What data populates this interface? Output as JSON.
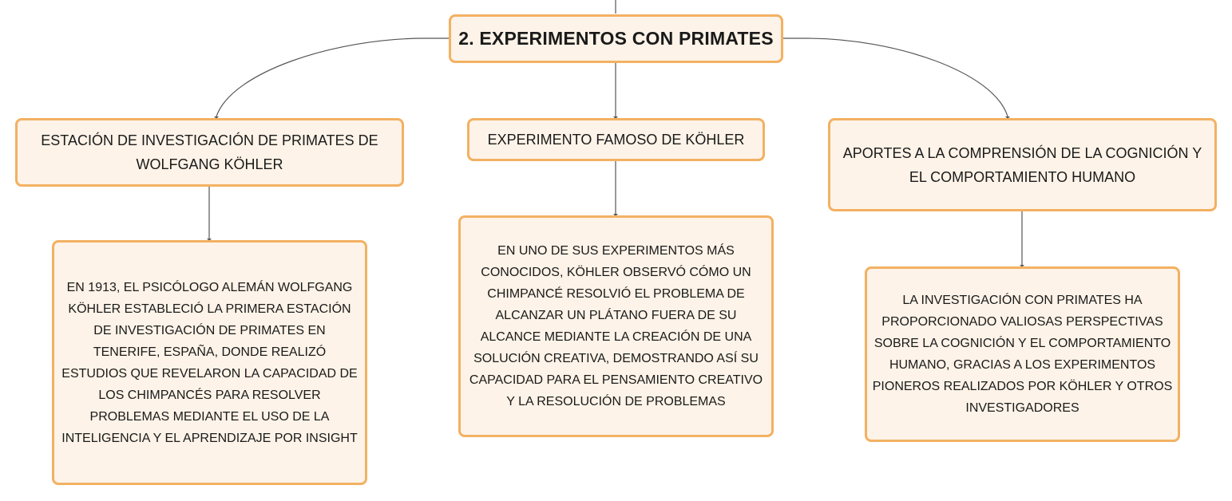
{
  "root": {
    "label": "2. EXPERIMENTOS CON PRIMATES"
  },
  "branches": [
    {
      "topic": "ESTACIÓN DE INVESTIGACIÓN DE PRIMATES DE WOLFGANG KÖHLER",
      "detail": "EN 1913, EL PSICÓLOGO ALEMÁN WOLFGANG KÖHLER ESTABLECIÓ LA PRIMERA ESTACIÓN DE INVESTIGACIÓN DE PRIMATES EN TENERIFE, ESPAÑA, DONDE REALIZÓ ESTUDIOS QUE REVELARON LA CAPACIDAD DE LOS CHIMPANCÉS PARA RESOLVER PROBLEMAS MEDIANTE EL USO DE LA INTELIGENCIA Y EL APRENDIZAJE POR INSIGHT"
    },
    {
      "topic": "EXPERIMENTO FAMOSO DE KÖHLER",
      "detail": "EN UNO DE SUS EXPERIMENTOS MÁS CONOCIDOS, KÖHLER OBSERVÓ CÓMO UN CHIMPANCÉ RESOLVIÓ EL PROBLEMA DE ALCANZAR UN PLÁTANO FUERA DE SU ALCANCE MEDIANTE LA CREACIÓN DE UNA SOLUCIÓN CREATIVA, DEMOSTRANDO ASÍ SU CAPACIDAD PARA EL PENSAMIENTO CREATIVO Y LA RESOLUCIÓN DE PROBLEMAS"
    },
    {
      "topic": "APORTES A LA COMPRENSIÓN DE LA COGNICIÓN Y EL COMPORTAMIENTO HUMANO",
      "detail": "LA INVESTIGACIÓN CON PRIMATES HA PROPORCIONADO VALIOSAS PERSPECTIVAS SOBRE LA COGNICIÓN Y EL COMPORTAMIENTO HUMANO, GRACIAS A LOS EXPERIMENTOS PIONEROS REALIZADOS POR KÖHLER Y OTROS INVESTIGADORES"
    }
  ],
  "colors": {
    "node_fill": "#fdf3e8",
    "node_border": "#f3b162",
    "connector": "#555555"
  }
}
